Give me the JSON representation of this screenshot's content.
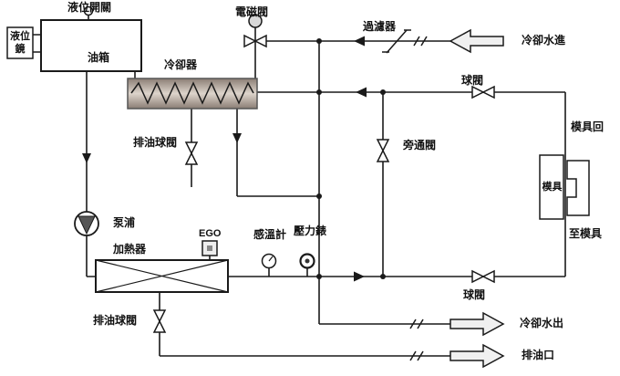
{
  "diagram": {
    "labels": {
      "level_switch": "液位開關",
      "sight_glass": "液位鏡",
      "oil_tank": "油箱",
      "solenoid_valve": "電磁閥",
      "filter": "過濾器",
      "cooling_water_in": "冷卻水進",
      "cooler": "冷卻器",
      "ball_valve_top": "球閥",
      "mold_return": "模具回",
      "mold": "模具",
      "to_mold": "至模具",
      "bypass_valve": "旁通閥",
      "drain_ball_valve_cooler": "排油球閥",
      "pump": "泵浦",
      "heater": "加熱器",
      "ego": "EGO",
      "temp_gauge": "感溫計",
      "pressure_gauge": "壓力錶",
      "ball_valve_bottom": "球閥",
      "drain_ball_valve_heater": "排油球閥",
      "cooling_water_out": "冷卻水出",
      "drain_port": "排油口"
    },
    "colors": {
      "line": "#1a1a1a",
      "cooler_dark": "#8a7d74",
      "cooler_light": "#ddd4cb",
      "arrow_fill": "#f0f0f0"
    }
  }
}
